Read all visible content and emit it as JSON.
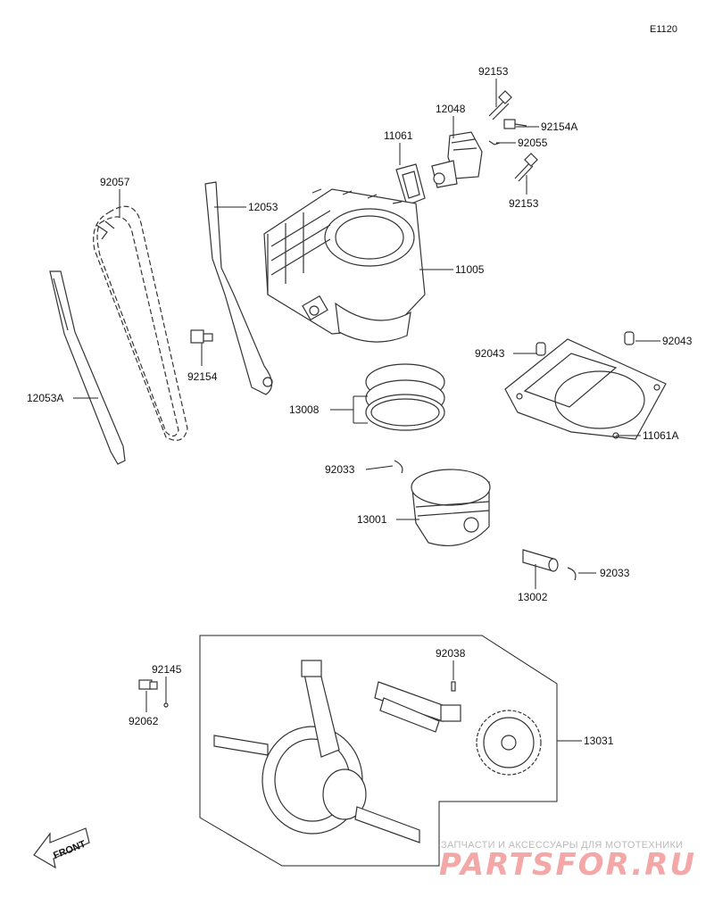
{
  "diagram_code": "E1120",
  "labels": {
    "p92153a": "92153",
    "p92154A": "92154A",
    "p12048": "12048",
    "p11061": "11061",
    "p92055": "92055",
    "p92153b": "92153",
    "p92057": "92057",
    "p12053": "12053",
    "p11005": "11005",
    "p92154": "92154",
    "p92043a": "92043",
    "p92043b": "92043",
    "p12053A": "12053A",
    "p13008": "13008",
    "p11061A": "11061A",
    "p92033a": "92033",
    "p13001": "13001",
    "p92033b": "92033",
    "p13002": "13002",
    "p92038": "92038",
    "p92145": "92145",
    "p92062": "92062",
    "p13031": "13031"
  },
  "front_badge": "FRONT",
  "watermark": {
    "line1": "ЗАПЧАСТИ И АКСЕССУАРЫ ДЛЯ МОТОТЕХНИКИ",
    "line2": "PARTSFOR.RU",
    "color": "#f4a7a7"
  }
}
